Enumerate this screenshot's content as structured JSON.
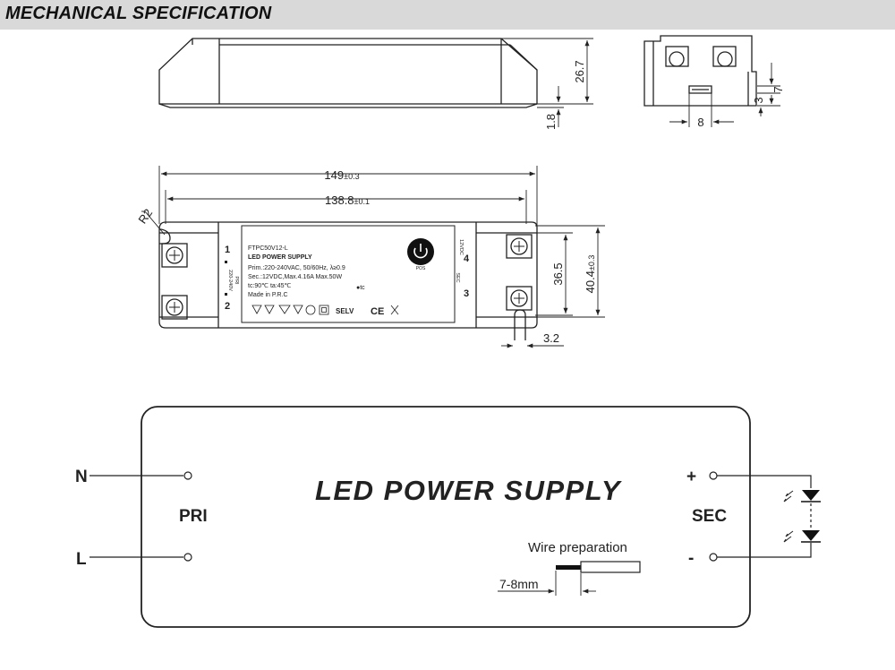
{
  "header": {
    "title": "MECHANICAL SPECIFICATION"
  },
  "side_view": {
    "height_dim": "26.7",
    "base_dim": "1.8"
  },
  "end_view": {
    "dim_8": "8",
    "dim_3": "3",
    "dim_7": "7"
  },
  "top_view": {
    "overall_length": "149",
    "overall_tol": "±0.3",
    "mount_length": "138.8",
    "mount_tol": "±0.1",
    "radius": "R2",
    "width_inner": "36.5",
    "width_outer": "40.4",
    "width_tol": "±0.3",
    "slot_width": "3.2"
  },
  "label": {
    "model": "FTPC50V12-L",
    "product": "LED POWER SUPPLY",
    "prim": "Prim.:220-240VAC, 50/60Hz, λ≥0.9",
    "sec": "Sec.:12VDC,Max.4.16A Max.50W",
    "temps": "tc:90℃   ta:45℃",
    "tc_mark": "●tc",
    "origin": "Made in P.R.C",
    "selv": "SELV",
    "ce": "CE",
    "pri_side": "PRI",
    "pri_voltage": "220-240V",
    "term1": "1",
    "term2": "2",
    "sec_side": "SEC",
    "sec_voltage": "12VDC",
    "term4": "4",
    "term3": "3",
    "pos_label": "POS"
  },
  "wiring": {
    "title": "LED POWER SUPPLY",
    "n_label": "N",
    "l_label": "L",
    "pri_label": "PRI",
    "sec_label": "SEC",
    "plus_label": "+",
    "minus_label": "-",
    "wire_prep": "Wire preparation",
    "strip_length": "7-8mm"
  }
}
